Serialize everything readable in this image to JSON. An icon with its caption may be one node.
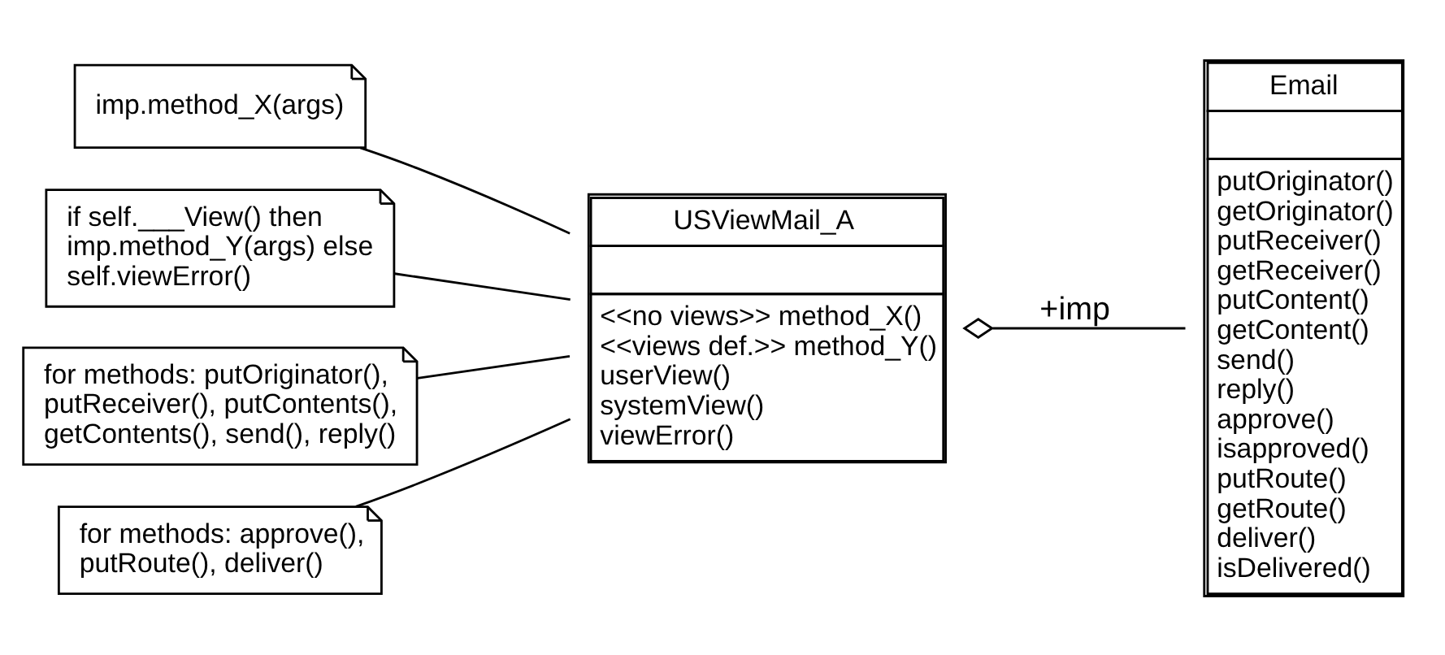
{
  "diagram": {
    "nodes": [
      {
        "text": [
          "imp.method_X(args)"
        ]
      },
      {
        "text": [
          "if self.___View() then imp.method_Y(args) else self.viewError()"
        ]
      },
      {
        "text": [
          "for methods: putOriginator(), putReceiver(), putContents(), getContents(), send(), reply()"
        ]
      },
      {
        "text": [
          "for methods: approve(), putRoute(), deliver()"
        ]
      },
      {
        "text": [
          "USViewMail_A",
          "<<no views>> method_X()",
          "<<views def.>> method_Y()",
          "userView()",
          "systemView()",
          "viewError()"
        ]
      },
      {
        "text": [
          "Email",
          "putOriginator()",
          "getOriginator()",
          "putReceiver()",
          "getReceiver()",
          "putContent()",
          "getContent()",
          "send()",
          "reply()",
          "approve()",
          "isapproved()",
          "putRoute()",
          "getRoute()",
          "deliver()",
          "isDelivered()"
        ]
      }
    ],
    "edges": [
      {
        "from": 0,
        "to": 4,
        "arrow": "none"
      },
      {
        "from": 1,
        "to": 4,
        "arrow": "none"
      },
      {
        "from": 2,
        "to": 4,
        "arrow": "none"
      },
      {
        "from": 3,
        "to": 4,
        "arrow": "none"
      },
      {
        "from": 4,
        "to": 5,
        "arrow": "other",
        "label": "+imp"
      }
    ]
  }
}
